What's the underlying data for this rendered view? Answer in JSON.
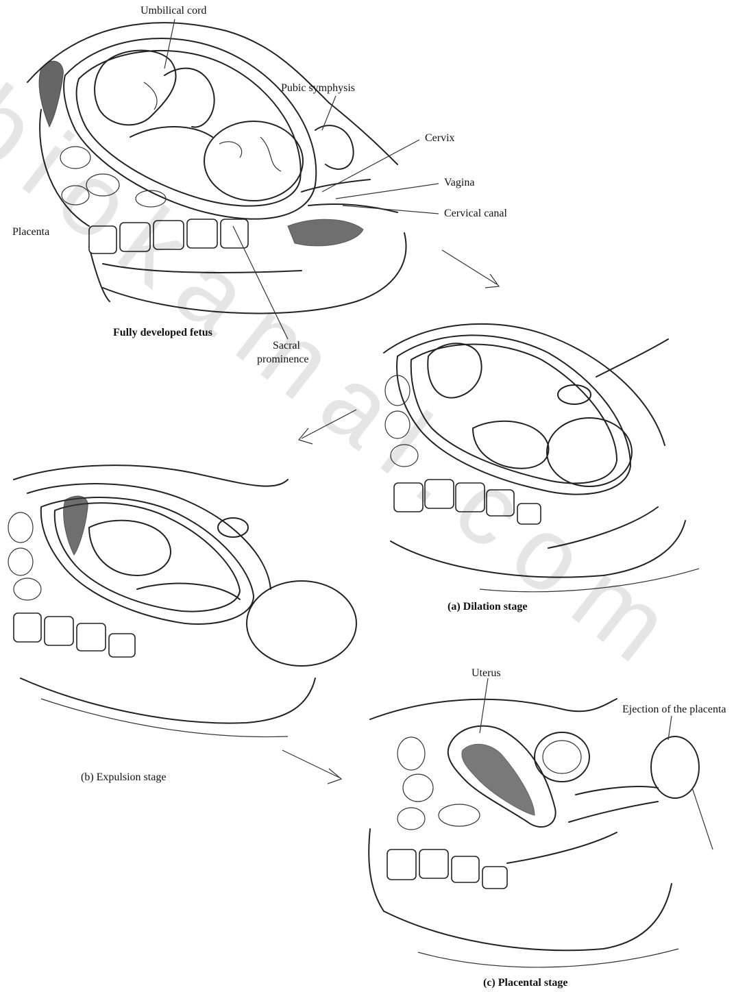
{
  "watermark": "biokamal.com",
  "labels": {
    "umbilical_cord": "Umbilical cord",
    "pubic_symphysis": "Pubic symphysis",
    "cervix": "Cervix",
    "vagina": "Vagina",
    "cervical_canal": "Cervical canal",
    "placenta": "Placenta",
    "sacral_prominence_line1": "Sacral",
    "sacral_prominence_line2": "prominence",
    "uterus": "Uterus",
    "ejection_placenta": "Ejection of the placenta"
  },
  "captions": {
    "fully_developed": "Fully developed fetus",
    "dilation": "(a) Dilation stage",
    "expulsion": "(b) Expulsion stage",
    "placental": "(c) Placental stage"
  }
}
